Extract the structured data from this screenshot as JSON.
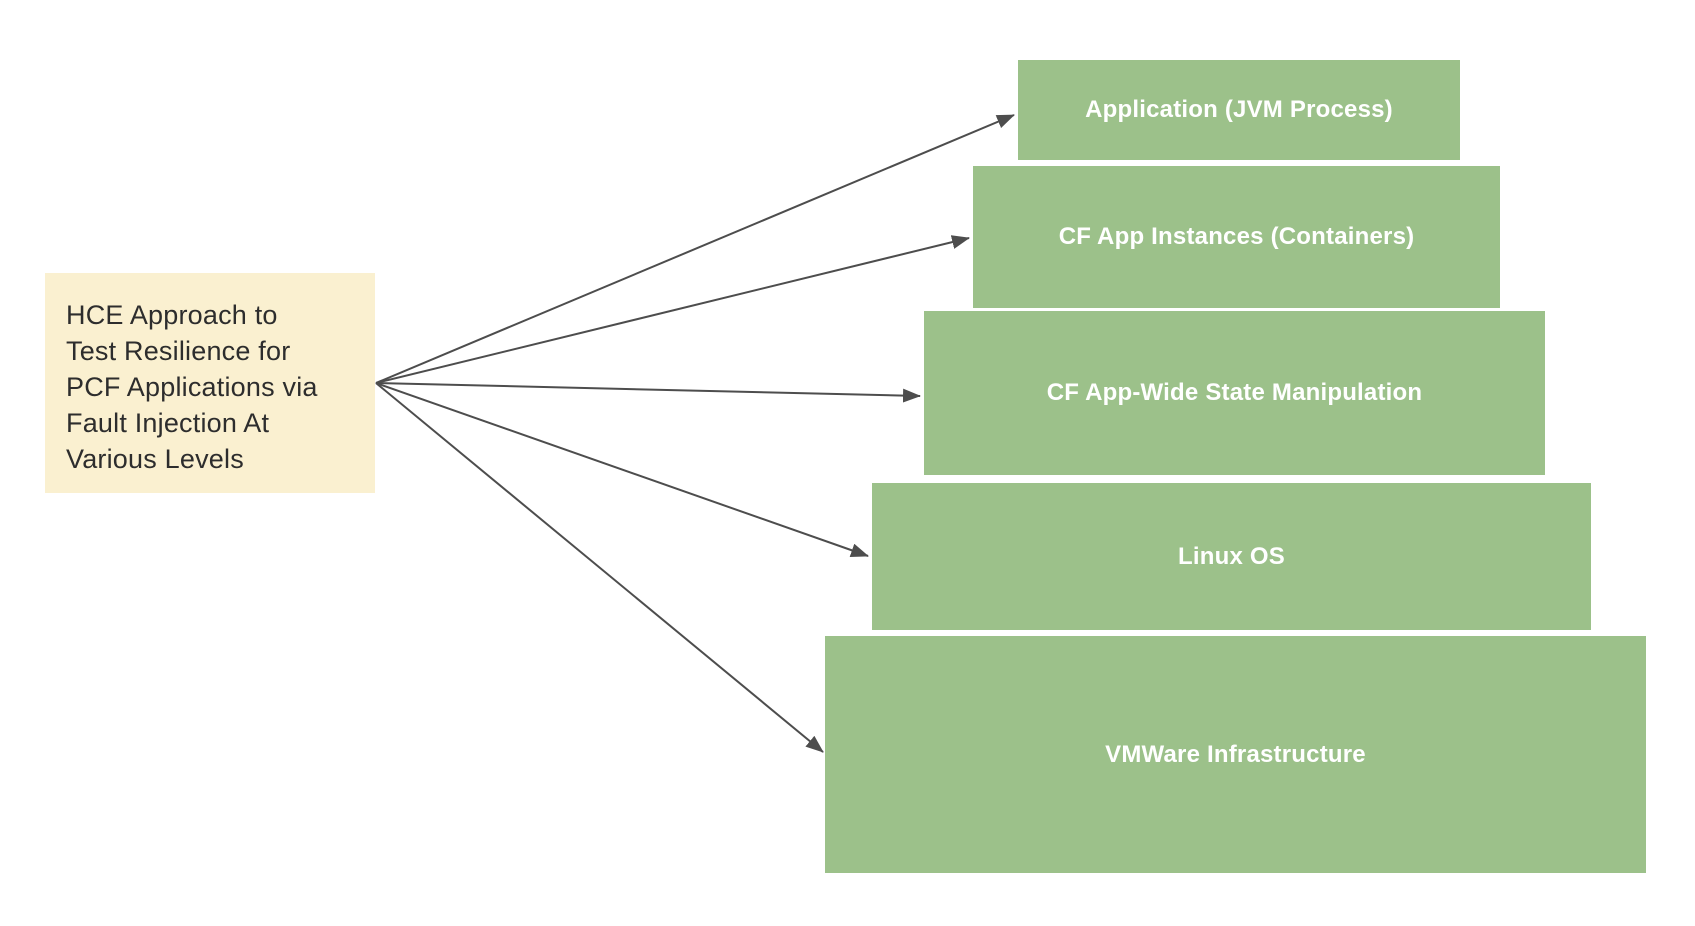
{
  "title_box": {
    "text": "HCE Approach to\nTest Resilience for\nPCF Applications via\nFault Injection At\nVarious Levels"
  },
  "levels": [
    {
      "label": "Application (JVM Process)"
    },
    {
      "label": "CF App Instances (Containers)"
    },
    {
      "label": "CF App-Wide State Manipulation"
    },
    {
      "label": "Linux OS"
    },
    {
      "label": "VMWare Infrastructure"
    }
  ],
  "colors": {
    "background": "#FFFFFF",
    "title_box_fill": "#FAF0D0",
    "title_box_text": "#2D2D2D",
    "level_fill": "#9CC18A",
    "level_text": "#FFFFFF",
    "arrow": "#4D4D4D"
  }
}
